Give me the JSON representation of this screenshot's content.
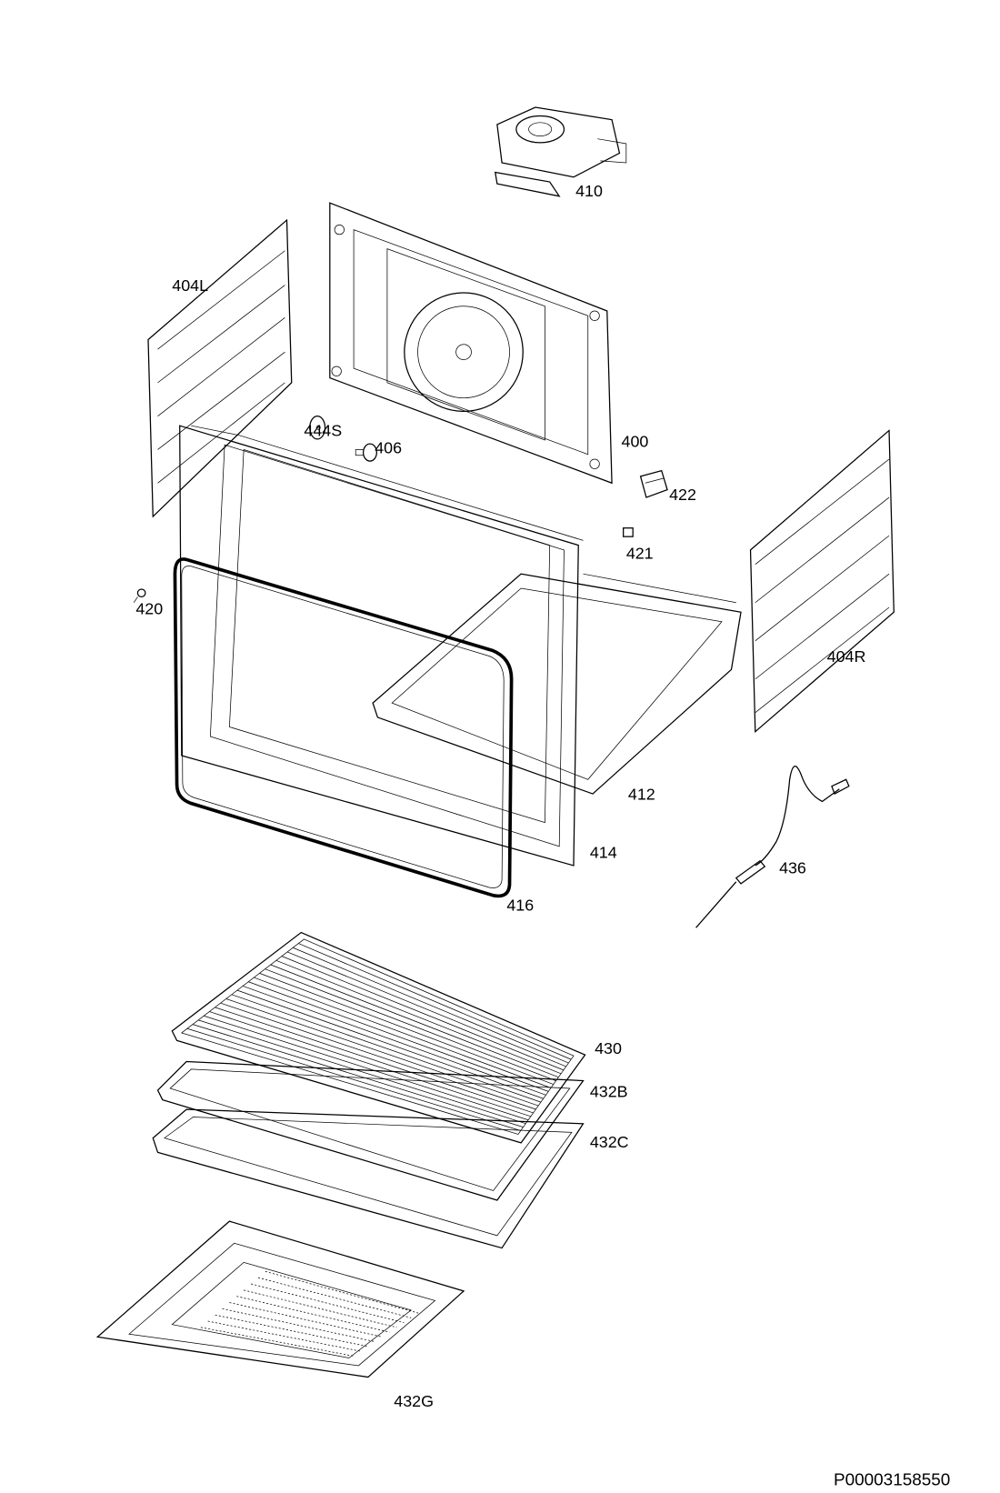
{
  "diagram": {
    "parts": {
      "p410": "410",
      "p404L": "404L",
      "p444S": "444S",
      "p406": "406",
      "p400": "400",
      "p422": "422",
      "p421": "421",
      "p420": "420",
      "p404R": "404R",
      "p412": "412",
      "p414": "414",
      "p436": "436",
      "p416": "416",
      "p430": "430",
      "p432B": "432B",
      "p432C": "432C",
      "p432G": "432G"
    },
    "drawing_code": "P00003158550"
  }
}
